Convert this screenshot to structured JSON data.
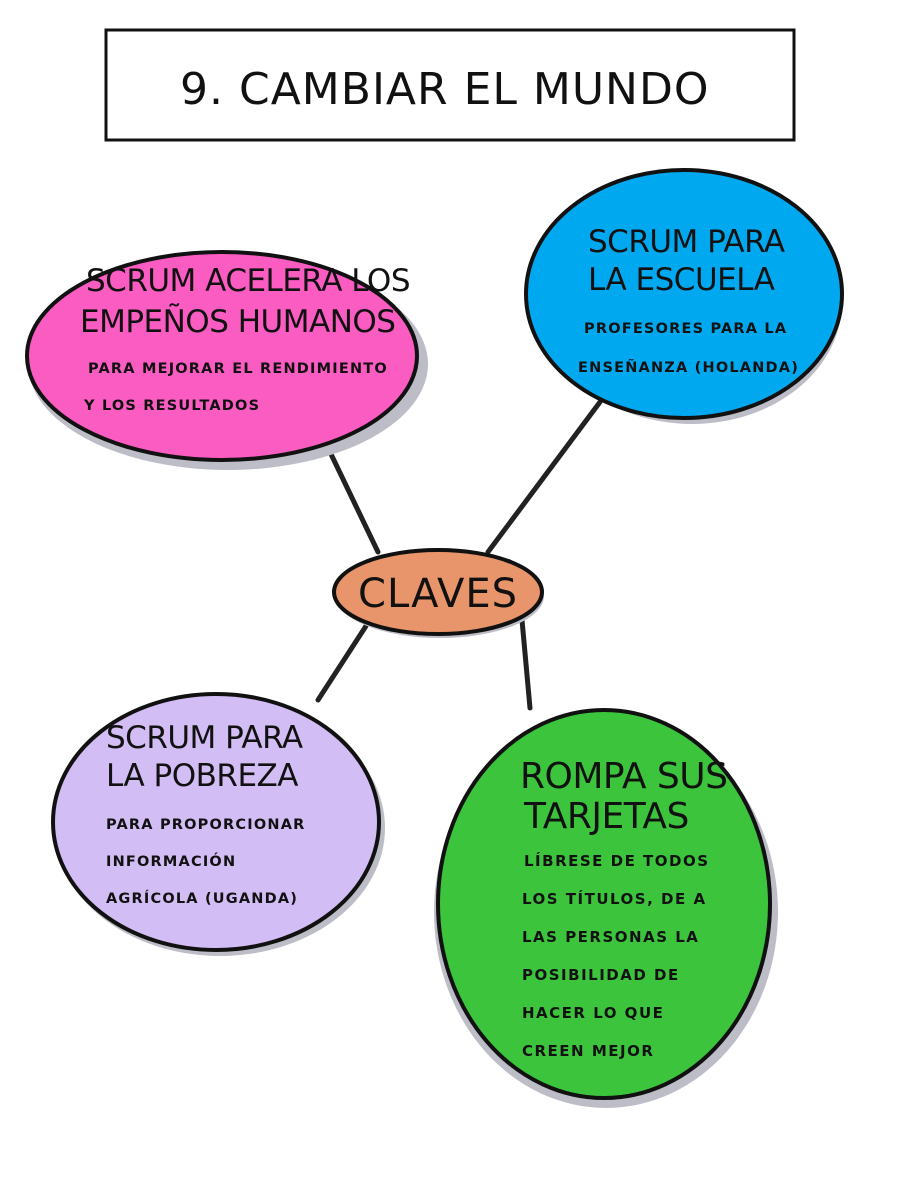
{
  "title": "9. CAMBIAR EL MUNDO",
  "hub": {
    "label": "CLAVES",
    "color": "#e8956b"
  },
  "nodes": {
    "pink": {
      "heading": [
        "SCRUM ACELERA LOS",
        "EMPEÑOS HUMANOS"
      ],
      "lines": [
        "PARA MEJORAR EL RENDIMIENTO",
        "Y LOS RESULTADOS"
      ],
      "color": "#fb5cc2"
    },
    "blue": {
      "heading": [
        "SCRUM PARA",
        "LA ESCUELA"
      ],
      "lines": [
        "PROFESORES PARA LA",
        "ENSEÑANZA (HOLANDA)"
      ],
      "color": "#00a9ef"
    },
    "purple": {
      "heading": [
        "SCRUM PARA",
        "LA POBREZA"
      ],
      "lines": [
        "PARA PROPORCIONAR",
        "INFORMACIÓN",
        "AGRÍCOLA (UGANDA)"
      ],
      "color": "#d3bdf5"
    },
    "green": {
      "heading": [
        "ROMPA SUS",
        "TARJETAS"
      ],
      "lines": [
        "LÍBRESE DE TODOS",
        "LOS TÍTULOS, DE A",
        "LAS PERSONAS LA",
        "POSIBILIDAD DE",
        "HACER LO QUE",
        "CREEN MEJOR"
      ],
      "color": "#3cc43c"
    }
  }
}
